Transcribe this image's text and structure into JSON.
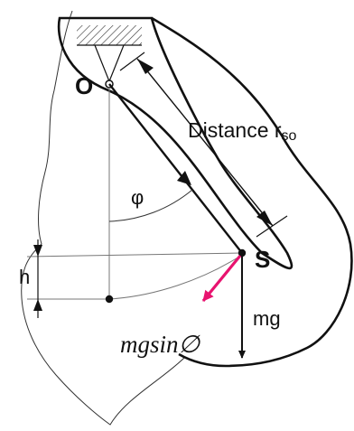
{
  "labels": {
    "pivot": "O",
    "center_of_mass": "S",
    "distance_prefix": "Distance r",
    "distance_subscript": "so",
    "angle": "φ",
    "height": "h",
    "weight": "mg",
    "tangential_force": "mgsin∅"
  },
  "colors": {
    "outline": "#111111",
    "thin_line": "#777777",
    "tangential_force": "#e8136f",
    "tangential_label": "#e01010",
    "background": "#ffffff"
  }
}
